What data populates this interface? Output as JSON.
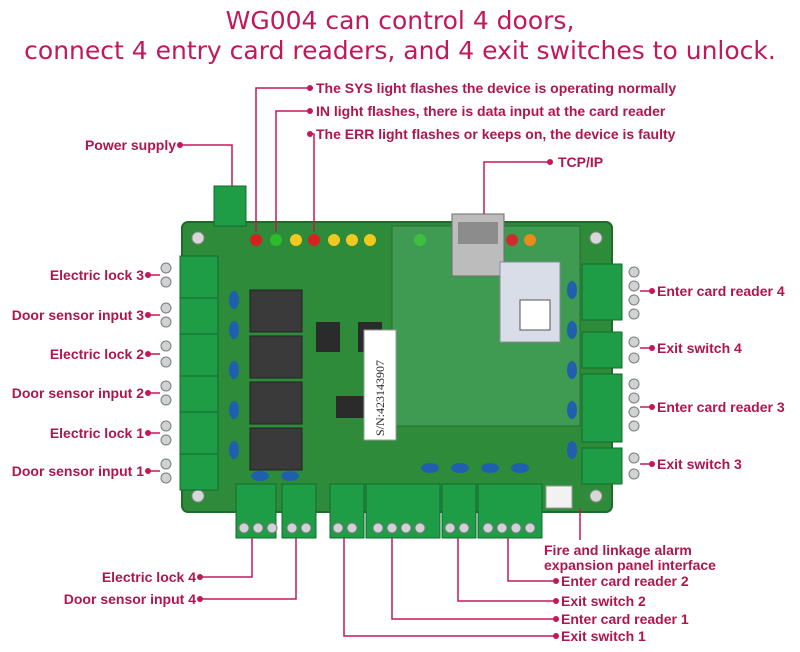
{
  "title": {
    "line1": "WG004 can control 4 doors,",
    "line2": "connect 4 entry card readers, and 4 exit switches to unlock."
  },
  "callouts": {
    "sys_light": "The SYS light flashes the device is operating normally",
    "in_light": "IN light flashes, there is data input at the card reader",
    "err_light": "The ERR light flashes or keeps on, the device is faulty",
    "tcp_ip": "TCP/IP",
    "power_supply": "Power supply"
  },
  "left_labels": {
    "electric_lock_3": "Electric lock 3",
    "door_sensor_3": "Door sensor input 3",
    "electric_lock_2": "Electric lock 2",
    "door_sensor_2": "Door sensor input 2",
    "electric_lock_1": "Electric lock 1",
    "door_sensor_1": "Door sensor input 1"
  },
  "right_labels": {
    "enter_reader_4": "Enter card reader 4",
    "exit_switch_4": "Exit switch 4",
    "enter_reader_3": "Enter card reader 3",
    "exit_switch_3": "Exit switch 3"
  },
  "bottom_labels": {
    "electric_lock_4": "Electric lock 4",
    "door_sensor_4": "Door sensor input 4",
    "fire_alarm_line1": "Fire and linkage alarm",
    "fire_alarm_line2": "expansion panel interface",
    "enter_reader_2": "Enter card reader 2",
    "exit_switch_2": "Exit switch 2",
    "enter_reader_1": "Enter card reader 1",
    "exit_switch_1": "Exit switch 1"
  },
  "board": {
    "serial": "S/N:423143907"
  },
  "colors": {
    "accent": "#c2185b",
    "pcb": "#2e8b3a",
    "terminal": "#1e9c46",
    "capacitor": "#1f5fae"
  }
}
